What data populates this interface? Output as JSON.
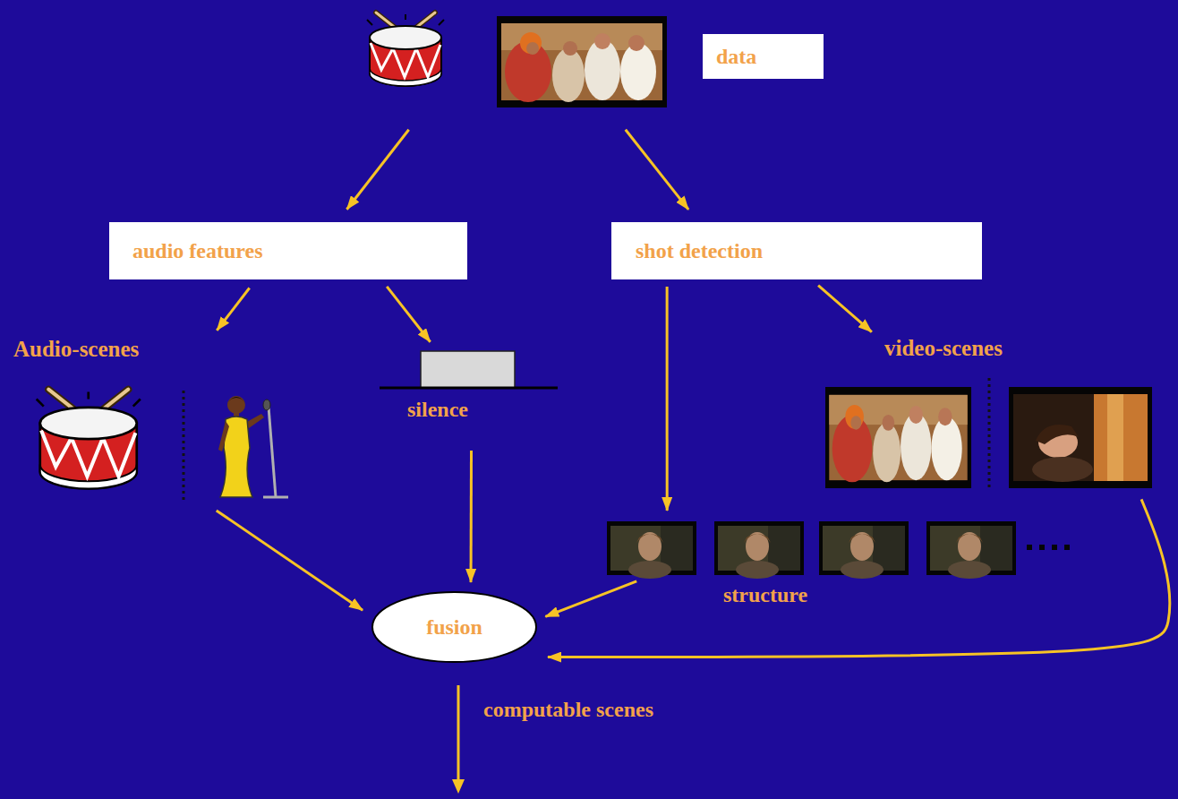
{
  "diagram": {
    "nodes": [
      {
        "text": [
          "data"
        ]
      },
      {
        "text": [
          "audio features"
        ]
      },
      {
        "text": [
          "shot detection"
        ]
      },
      {
        "text": [
          "Audio-scenes"
        ]
      },
      {
        "text": [
          "silence"
        ]
      },
      {
        "text": [
          "video-scenes"
        ]
      },
      {
        "text": [
          "structure"
        ]
      },
      {
        "text": [
          "fusion"
        ]
      }
    ],
    "edges": [
      {
        "from": 0,
        "to": 1,
        "arrow": "to"
      },
      {
        "from": 0,
        "to": 2,
        "arrow": "to"
      },
      {
        "from": 1,
        "to": 3,
        "arrow": "to"
      },
      {
        "from": 1,
        "to": 4,
        "arrow": "to"
      },
      {
        "from": 2,
        "to": 6,
        "arrow": "to"
      },
      {
        "from": 2,
        "to": 5,
        "arrow": "to"
      },
      {
        "from": 3,
        "to": 7,
        "arrow": "to"
      },
      {
        "from": 4,
        "to": 7,
        "arrow": "to"
      },
      {
        "from": 6,
        "to": 7,
        "arrow": "to"
      },
      {
        "from": 5,
        "to": 7,
        "arrow": "to"
      }
    ],
    "labels": [
      "computable scenes"
    ]
  }
}
